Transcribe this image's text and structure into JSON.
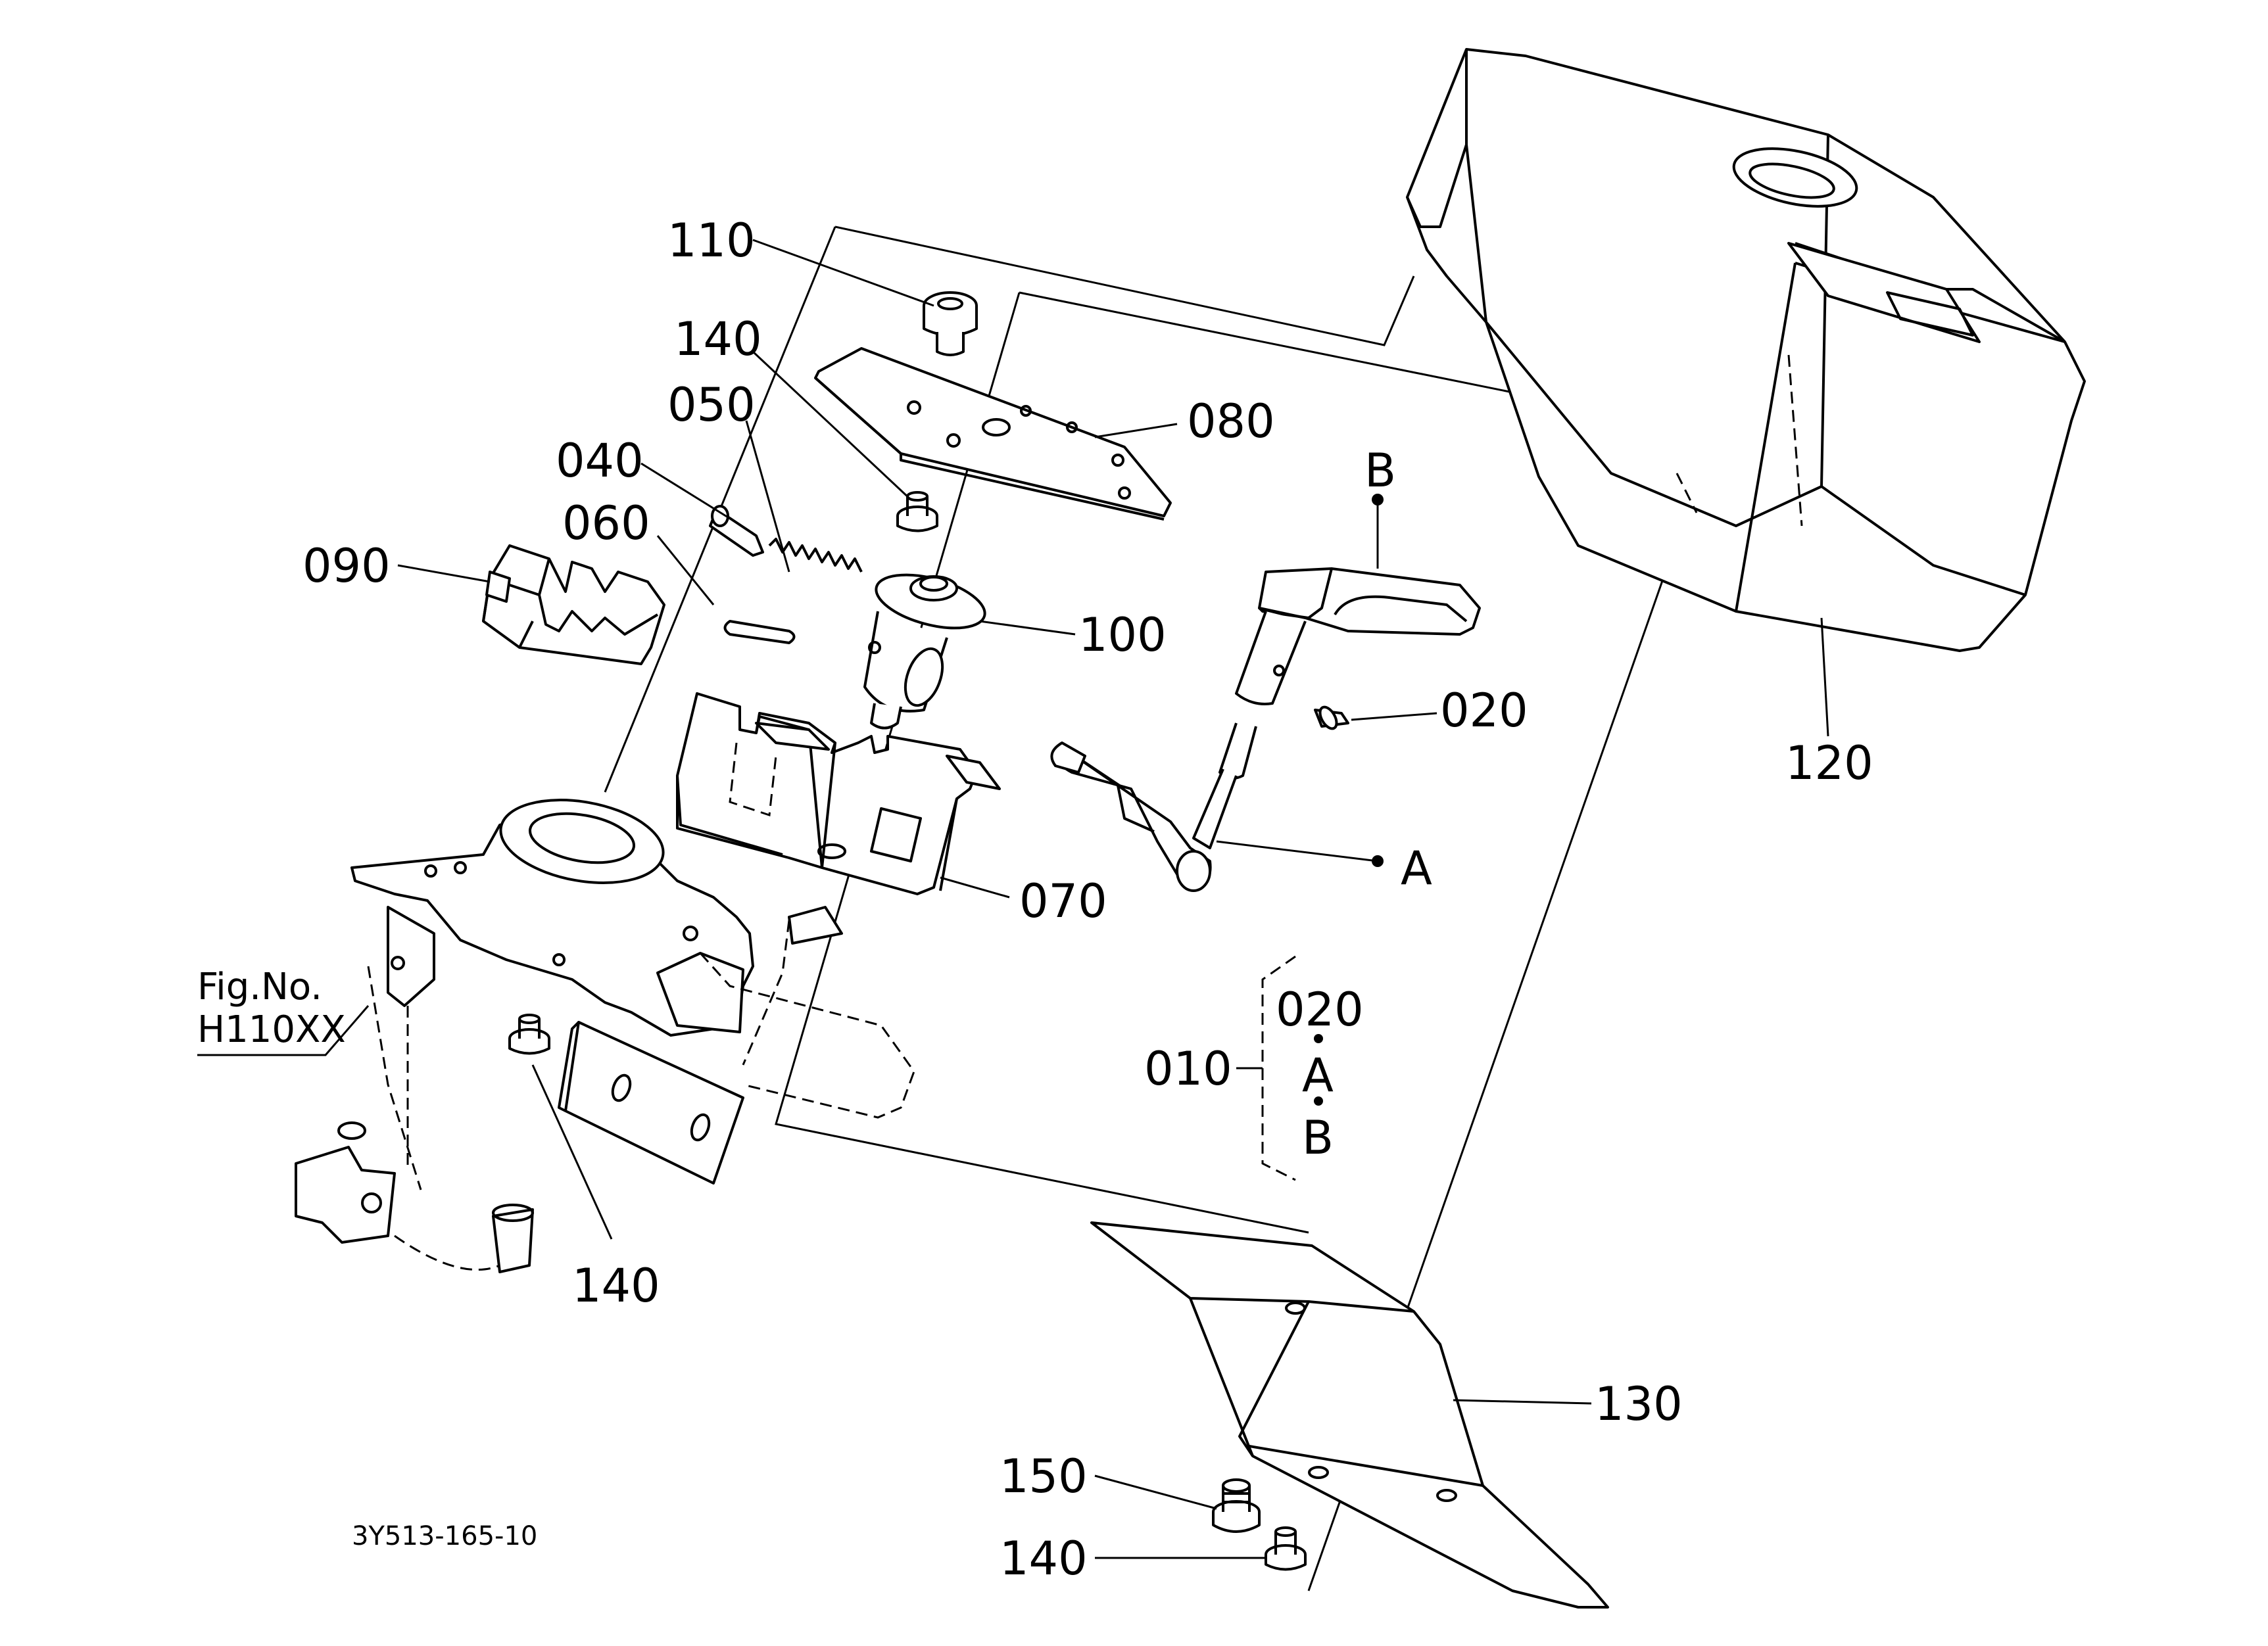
{
  "labels": {
    "p110": "110",
    "p140a": "140",
    "p050": "050",
    "p040": "040",
    "p080": "080",
    "p060": "060",
    "p090": "090",
    "p100": "100",
    "p020": "020",
    "p070": "070",
    "p120": "120",
    "pA": "A",
    "pB": "B",
    "p140b": "140",
    "p130": "130",
    "p150": "150",
    "p140c": "140",
    "group_010": "010",
    "group_020": "020",
    "group_A": "A",
    "group_B": "B"
  },
  "figure_ref": {
    "line1": "Fig.No.",
    "line2": "H110XX"
  },
  "drawing_code": "3Y513-165-10"
}
